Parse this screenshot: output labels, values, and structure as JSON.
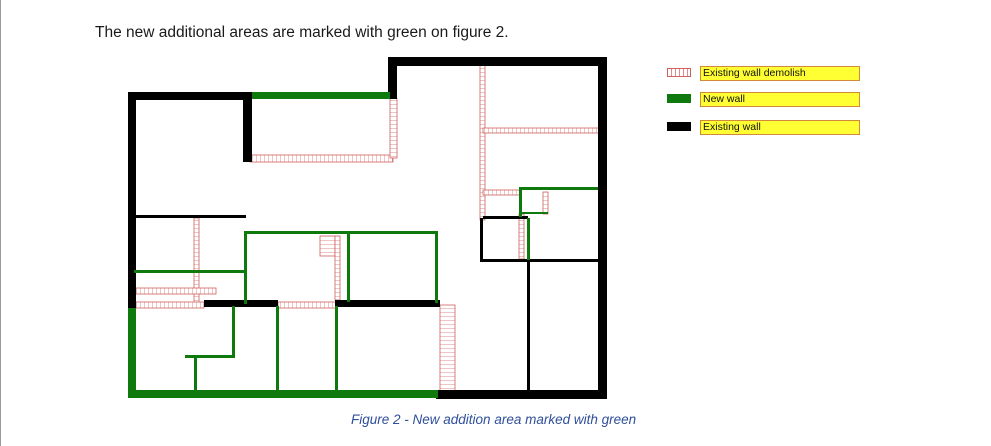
{
  "intro_text": "The new additional areas are marked with green on figure 2.",
  "legend": [
    {
      "label": "Existing wall demolish",
      "swatch": "existing-wall-demolish",
      "color": "#e28a8a"
    },
    {
      "label": "New wall",
      "swatch": "new-wall",
      "color": "#0e7a0e"
    },
    {
      "label": "Existing wall",
      "swatch": "existing-wall",
      "color": "#000000"
    }
  ],
  "caption": "Figure 2 - New addition area marked with green",
  "colors": {
    "existing_wall": "#000000",
    "new_wall": "#0e7a0e",
    "demolish_wall": "#e28a8a",
    "legend_label_bg": "#ffff33",
    "caption_text": "#2f4f9a"
  }
}
